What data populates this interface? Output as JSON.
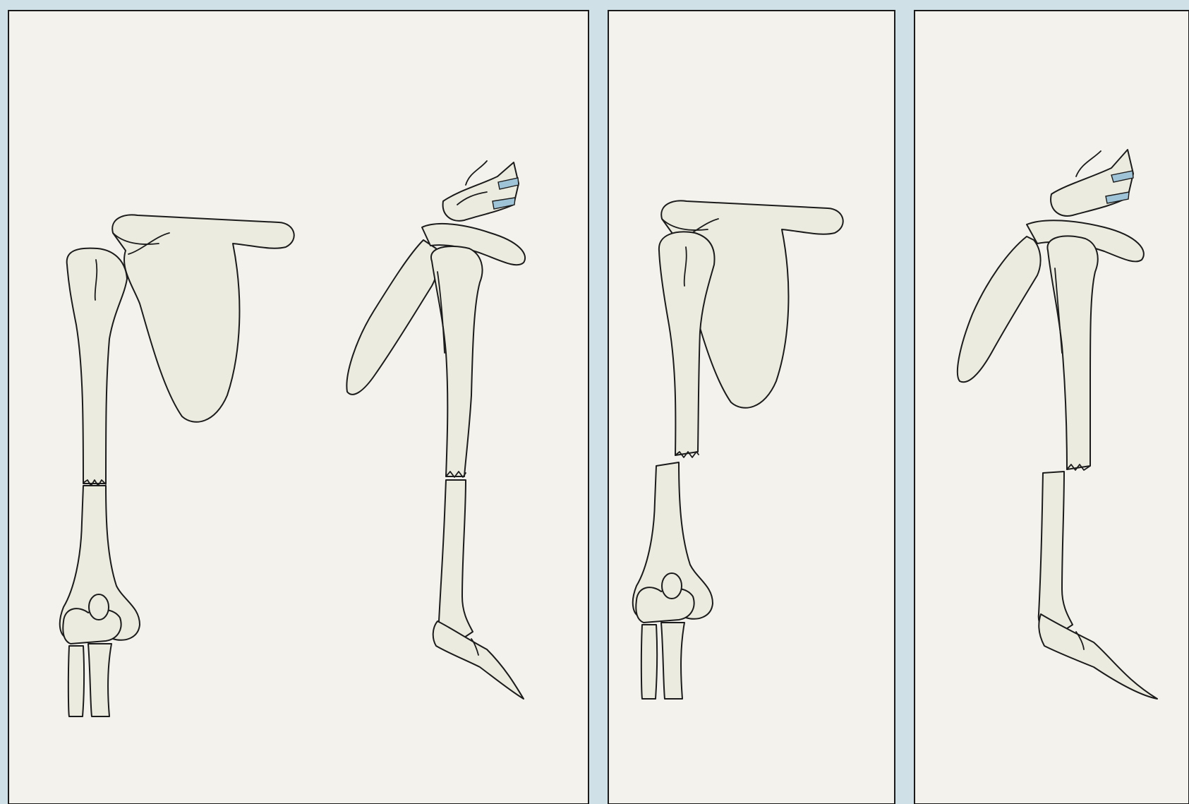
{
  "figure": {
    "panels": [
      {
        "id": "panel-1",
        "views": [
          "anterior-view",
          "lateral-view"
        ],
        "fracture": "transverse-humeral-shaft",
        "displacement": "none"
      },
      {
        "id": "panel-2",
        "views": [
          "anterior-view"
        ],
        "fracture": "transverse-humeral-shaft",
        "displacement": "medial-shift-distal-fragment"
      },
      {
        "id": "panel-3",
        "views": [
          "lateral-view"
        ],
        "fracture": "transverse-humeral-shaft",
        "displacement": "posterior-shift-distal-fragment"
      }
    ],
    "colors": {
      "bone_fill": "#ecebe0",
      "outline": "#1b1b1b",
      "panel_paper": "#f3f2ec",
      "frame_background": "#cfe0e6",
      "intervertebral_disc": "#9fc4d8"
    }
  }
}
